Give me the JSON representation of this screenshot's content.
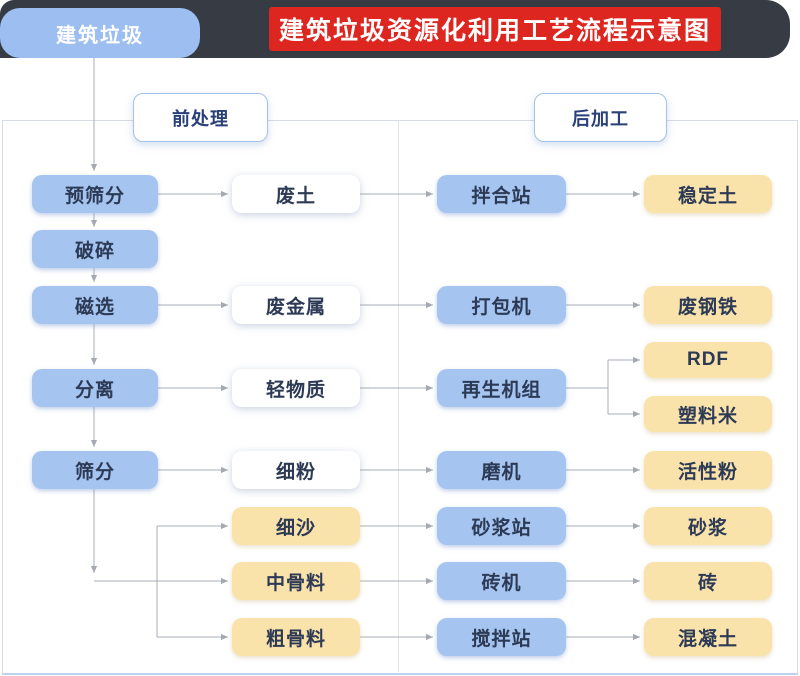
{
  "header": {
    "badge": "建筑垃圾",
    "title": "建筑垃圾资源化利用工艺流程示意图"
  },
  "sections": {
    "pre": "前处理",
    "post": "后加工"
  },
  "diagram": {
    "nodes": {
      "pre_screen": "预筛分",
      "crush": "破碎",
      "magnetic": "磁选",
      "separate": "分离",
      "screen": "筛分",
      "waste_soil": "废土",
      "scrap_metal": "废金属",
      "light_material": "轻物质",
      "fine_powder": "细粉",
      "fine_sand": "细沙",
      "medium_aggregate": "中骨料",
      "coarse_aggregate": "粗骨料",
      "mixing_station": "拌合站",
      "baler": "打包机",
      "regen_unit": "再生机组",
      "mill": "磨机",
      "mortar_station": "砂浆站",
      "brick_machine": "砖机",
      "concrete_station": "搅拌站",
      "stabilized_soil": "稳定土",
      "scrap_steel": "废钢铁",
      "rdf": "RDF",
      "plastic_pellets": "塑料米",
      "active_powder": "活性粉",
      "mortar": "砂浆",
      "brick": "砖",
      "concrete": "混凝土"
    },
    "edges": [
      [
        "建筑垃圾",
        "预筛分"
      ],
      [
        "预筛分",
        "破碎"
      ],
      [
        "破碎",
        "磁选"
      ],
      [
        "磁选",
        "分离"
      ],
      [
        "分离",
        "筛分"
      ],
      [
        "预筛分",
        "废土"
      ],
      [
        "废土",
        "拌合站"
      ],
      [
        "拌合站",
        "稳定土"
      ],
      [
        "磁选",
        "废金属"
      ],
      [
        "废金属",
        "打包机"
      ],
      [
        "打包机",
        "废钢铁"
      ],
      [
        "分离",
        "轻物质"
      ],
      [
        "轻物质",
        "再生机组"
      ],
      [
        "再生机组",
        "RDF"
      ],
      [
        "再生机组",
        "塑料米"
      ],
      [
        "筛分",
        "细粉"
      ],
      [
        "细粉",
        "磨机"
      ],
      [
        "磨机",
        "活性粉"
      ],
      [
        "筛分",
        "细沙"
      ],
      [
        "细沙",
        "砂浆站"
      ],
      [
        "砂浆站",
        "砂浆"
      ],
      [
        "筛分",
        "中骨料"
      ],
      [
        "中骨料",
        "砖机"
      ],
      [
        "砖机",
        "砖"
      ],
      [
        "筛分",
        "粗骨料"
      ],
      [
        "粗骨料",
        "搅拌站"
      ],
      [
        "搅拌站",
        "混凝土"
      ]
    ]
  },
  "colors": {
    "header_bg": "#363b44",
    "badge_bg": "#9cbef0",
    "title_highlight": "#de2620",
    "node_blue": "#a5c4ef",
    "node_yellow": "#fae3ab",
    "node_white": "#ffffff",
    "arrow": "#a7acb4",
    "section_border": "#a5c2ea",
    "panel_border": "#d7dce4"
  }
}
